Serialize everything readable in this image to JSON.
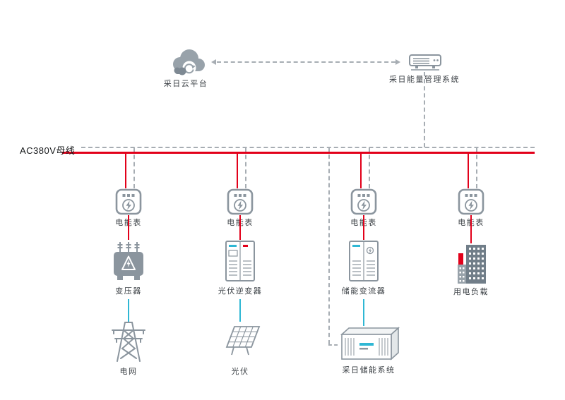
{
  "cloud_platform": {
    "label": "采日云平台",
    "icon": "cloud-sync-icon"
  },
  "ems": {
    "label": "采日能量管理系统",
    "icon": "server-icon"
  },
  "bus": {
    "label": "AC380V母线"
  },
  "branches": [
    {
      "meter_label": "电能表",
      "device_label": "变压器",
      "device_icon": "transformer-icon",
      "lower_label": "电网",
      "lower_icon": "grid-tower-icon"
    },
    {
      "meter_label": "电能表",
      "device_label": "光伏逆变器",
      "device_icon": "pv-inverter-icon",
      "lower_label": "光伏",
      "lower_icon": "solar-panel-icon"
    },
    {
      "meter_label": "电能表",
      "device_label": "储能变流器",
      "device_icon": "pcs-icon",
      "lower_label": "采日储能系统",
      "lower_icon": "storage-container-icon"
    },
    {
      "meter_label": "电能表",
      "device_label": "用电负载",
      "device_icon": "building-icon"
    }
  ],
  "colors": {
    "ac_power_line": "#e2001a",
    "dc_line": "#2fb7d4",
    "comm_line": "#a7adb3",
    "icon_gray": "#8b959e"
  }
}
